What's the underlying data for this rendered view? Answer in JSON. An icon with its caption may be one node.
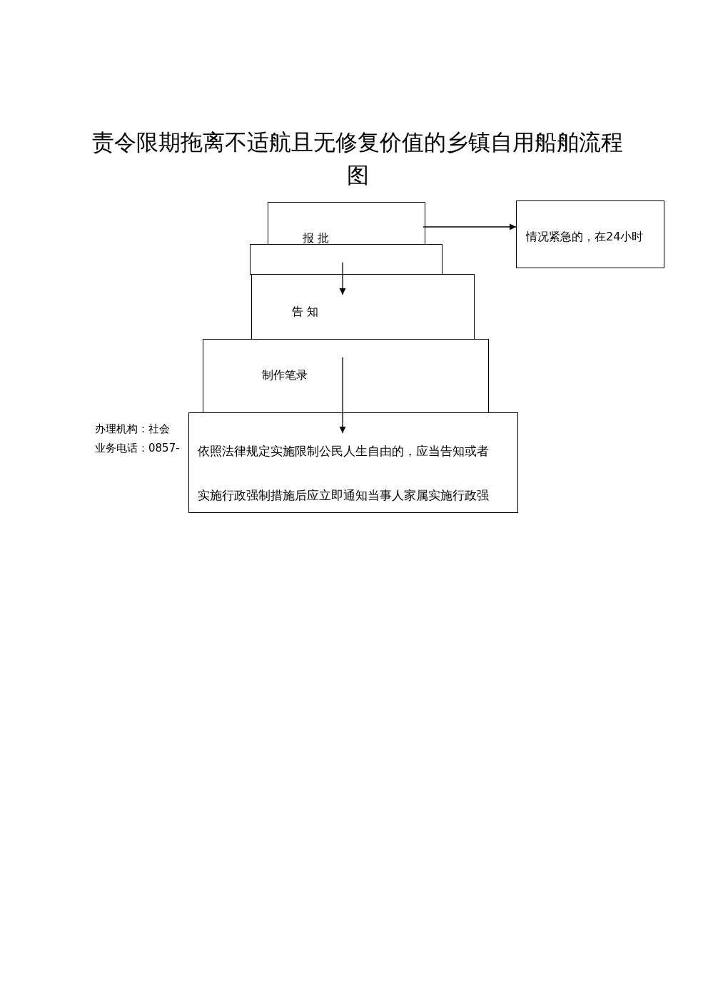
{
  "diagram": {
    "title": "责令限期拖离不适航且无修复价值的乡镇自用船舶流程图",
    "nodes": [
      {
        "text": [
          "报 批"
        ]
      },
      {
        "text": [],
        "shape": "box"
      },
      {
        "text": [
          "告 知"
        ]
      },
      {
        "text": [
          "制作笔录"
        ]
      },
      {
        "text": [
          "依照法律规定实施限制公民人生自由的，应当告知或者实施行政强制措施后应立即通知当事人家属实施行政强"
        ]
      },
      {
        "text": [
          "情况紧急的，在24小时"
        ]
      }
    ],
    "edges": [
      {
        "from": 0,
        "to": 5,
        "arrow": "to"
      },
      {
        "from": 1,
        "to": 2,
        "arrow": "to"
      },
      {
        "from": 3,
        "to": 4,
        "arrow": "to"
      }
    ],
    "labels": [
      "办理机构：社会",
      "业务电话：0857-"
    ]
  }
}
